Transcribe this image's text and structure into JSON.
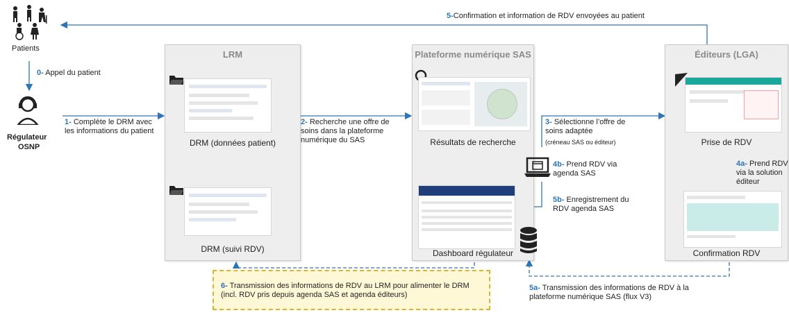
{
  "actors": {
    "patients_label": "Patients",
    "regulateur_label_line1": "Régulateur",
    "regulateur_label_line2": "OSNP"
  },
  "panels": {
    "lrm": {
      "title": "LRM",
      "drm_patient": "DRM (données patient)",
      "drm_suivi": "DRM (suivi RDV)"
    },
    "sas": {
      "title": "Plateforme numérique SAS",
      "resultats": "Résultats de recherche",
      "dashboard": "Dashboard régulateur"
    },
    "editeurs": {
      "title": "Éditeurs (LGA)",
      "prise": "Prise de RDV",
      "confirmation": "Confirmation RDV"
    }
  },
  "steps": {
    "s0": {
      "num": "0-",
      "text": " Appel du patient"
    },
    "s1": {
      "num": "1-",
      "text": " Complète le DRM avec les informations du patient"
    },
    "s2": {
      "num": "2-",
      "text": " Recherche une offre de soins dans la plateforme numérique du SAS"
    },
    "s3": {
      "num": "3-",
      "text": " Sélectionne l’offre de soins adaptée",
      "sub": "(créneau SAS ou éditeur)"
    },
    "s4a": {
      "num": "4a-",
      "text": " Prend RDV via la solution éditeur"
    },
    "s4b": {
      "num": "4b-",
      "text": " Prend RDV via agenda SAS"
    },
    "s5": {
      "num": "5-",
      "text": "Confirmation et information de RDV envoyées au patient"
    },
    "s5a": {
      "num": "5a-",
      "text": " Transmission des informations de RDV à la plateforme numérique SAS (flux V3)"
    },
    "s5b": {
      "num": "5b-",
      "text": " Enregistrement du RDV agenda SAS"
    },
    "s6": {
      "num": "6-",
      "text": " Transmission des informations de RDV au LRM pour alimenter le DRM (incl. RDV pris depuis agenda SAS et agenda éditeurs)"
    }
  },
  "colors": {
    "arrow": "#2e75b6",
    "number": "#2e75b6",
    "panel": "#eeeeee",
    "callout_bg": "#fff8d6",
    "callout_border": "#d8b52a"
  },
  "icons": [
    "patients-icon",
    "operator-headset-icon",
    "folder-icon",
    "magnifier-icon",
    "cursor-arrow-icon",
    "laptop-calendar-icon",
    "database-icon"
  ]
}
